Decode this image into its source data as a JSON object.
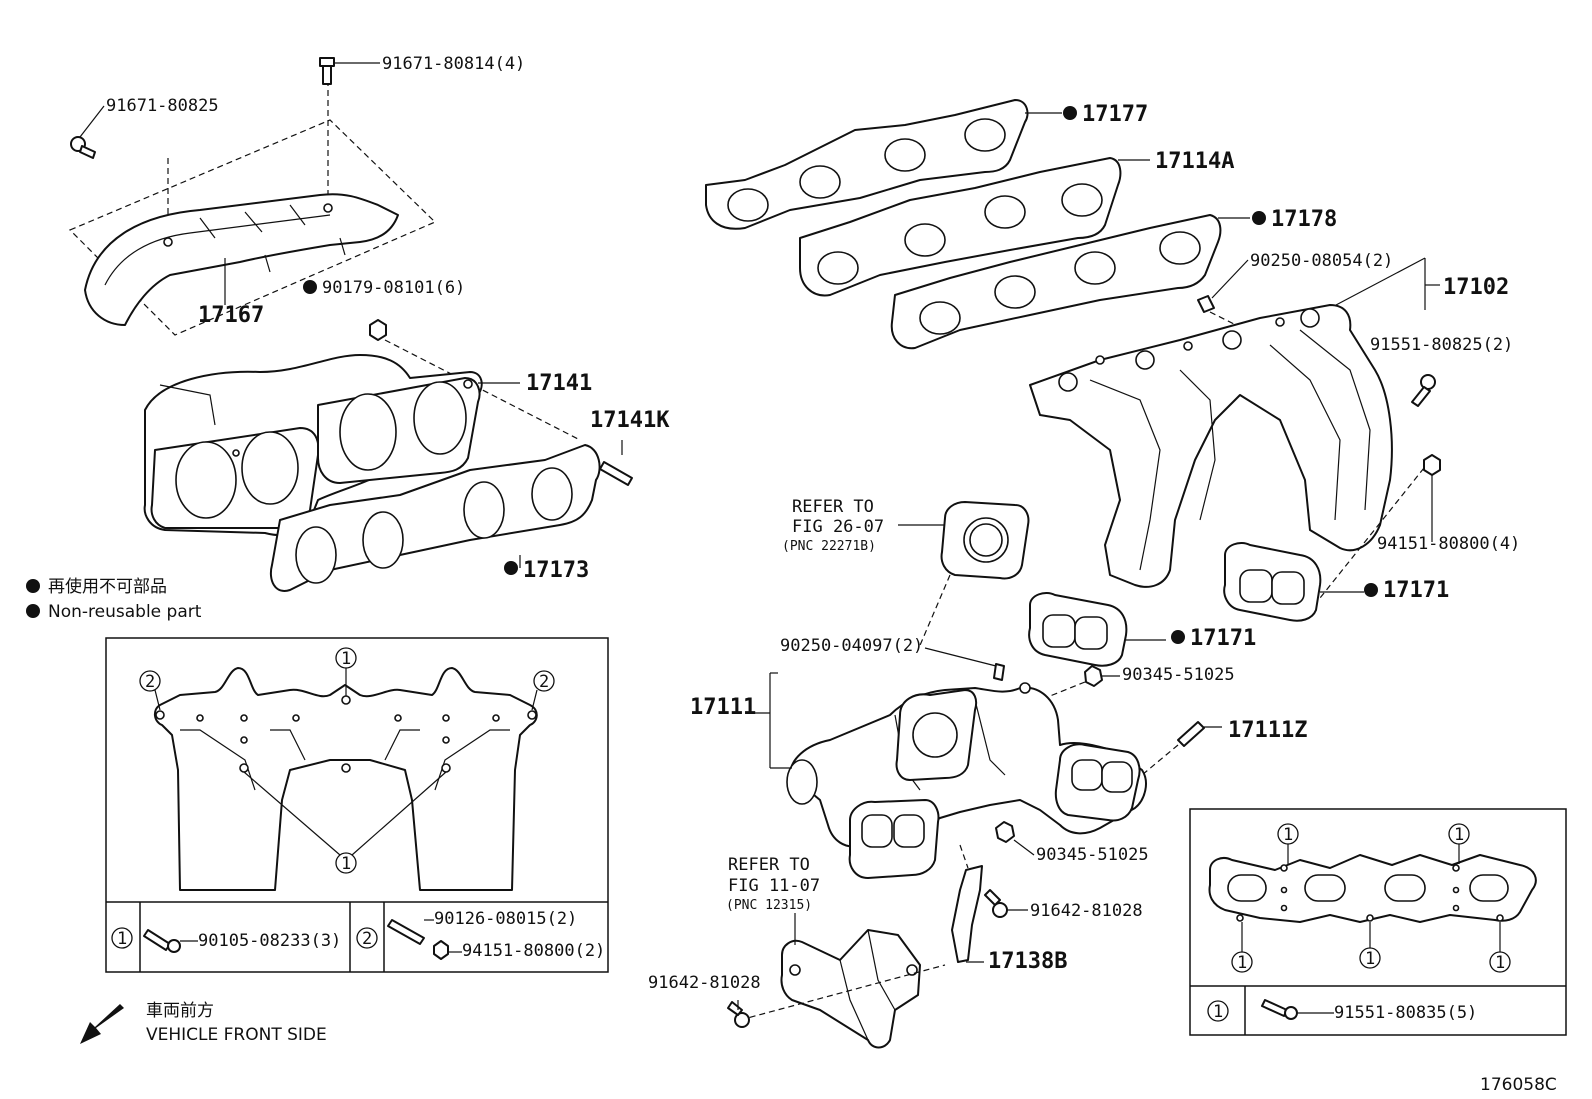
{
  "parts": {
    "p17177": "17177",
    "p17114A": "17114A",
    "p17178": "17178",
    "p90250_08054": "90250-08054(2)",
    "p17102": "17102",
    "p91551_80825": "91551-80825(2)",
    "p94151_80800_4": "94151-80800(4)",
    "p17171_a": "17171",
    "p17171_b": "17171",
    "p90345_51025_a": "90345-51025",
    "p90345_51025_b": "90345-51025",
    "p17111Z": "17111Z",
    "p17111": "17111",
    "p90250_04097": "90250-04097(2)",
    "p91642_81028_a": "91642-81028",
    "p91642_81028_b": "91642-81028",
    "p17138B": "17138B",
    "p91671_80814": "91671-80814(4)",
    "p91671_80825": "91671-80825",
    "p17167": "17167",
    "p90179_08101": "90179-08101(6)",
    "p17141": "17141",
    "p17141K": "17141K",
    "p17173": "17173"
  },
  "refer1": {
    "line1": "REFER TO",
    "line2": "FIG 26-07",
    "line3": "(PNC 22271B)"
  },
  "refer2": {
    "line1": "REFER TO",
    "line2": "FIG 11-07",
    "line3": "(PNC 12315)"
  },
  "legend": {
    "jp": "再使用不可部品",
    "en": "Non-reusable part"
  },
  "front": {
    "jp": "車両前方",
    "en": "VEHICLE FRONT SIDE"
  },
  "inset_left": {
    "marker1": "1",
    "marker2": "2",
    "bolt1": "90105-08233(3)",
    "bolt2a": "90126-08015(2)",
    "bolt2b": "94151-80800(2)"
  },
  "inset_right": {
    "marker1": "1",
    "bolt1": "91551-80835(5)"
  },
  "figure_id": "176058C"
}
